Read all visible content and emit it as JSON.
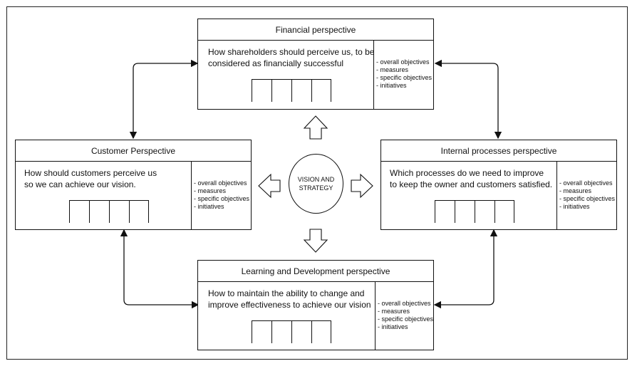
{
  "financial": {
    "title": "Financial perspective",
    "question_line1": "How shareholders should perceive us, to be",
    "question_line2": "considered as financially successful",
    "items": [
      "- overall objectives",
      "- measures",
      "- specific objectives",
      "- initiatives"
    ]
  },
  "customer": {
    "title": "Customer Perspective",
    "question_line1": "How should customers perceive us",
    "question_line2": "so we can achieve our vision.",
    "items": [
      "- overall objectives",
      "- measures",
      "- specific objectives",
      "- initiatives"
    ]
  },
  "internal": {
    "title": "Internal  processes perspective",
    "question_line1": "Which processes do we need to improve",
    "question_line2": "to keep the owner and customers satisfied.",
    "items": [
      "- overall objectives",
      "- measures",
      "- specific objectives",
      "- initiatives"
    ]
  },
  "learning": {
    "title": "Learning and Development perspective",
    "question_line1": "How to maintain the ability to change and",
    "question_line2": "improve effectiveness to achieve our vision",
    "items": [
      "- overall objectives",
      "- measures",
      "- specific objectives",
      "- initiatives"
    ]
  },
  "vision": {
    "line1": "VISION AND",
    "line2": "STRATEGY"
  }
}
